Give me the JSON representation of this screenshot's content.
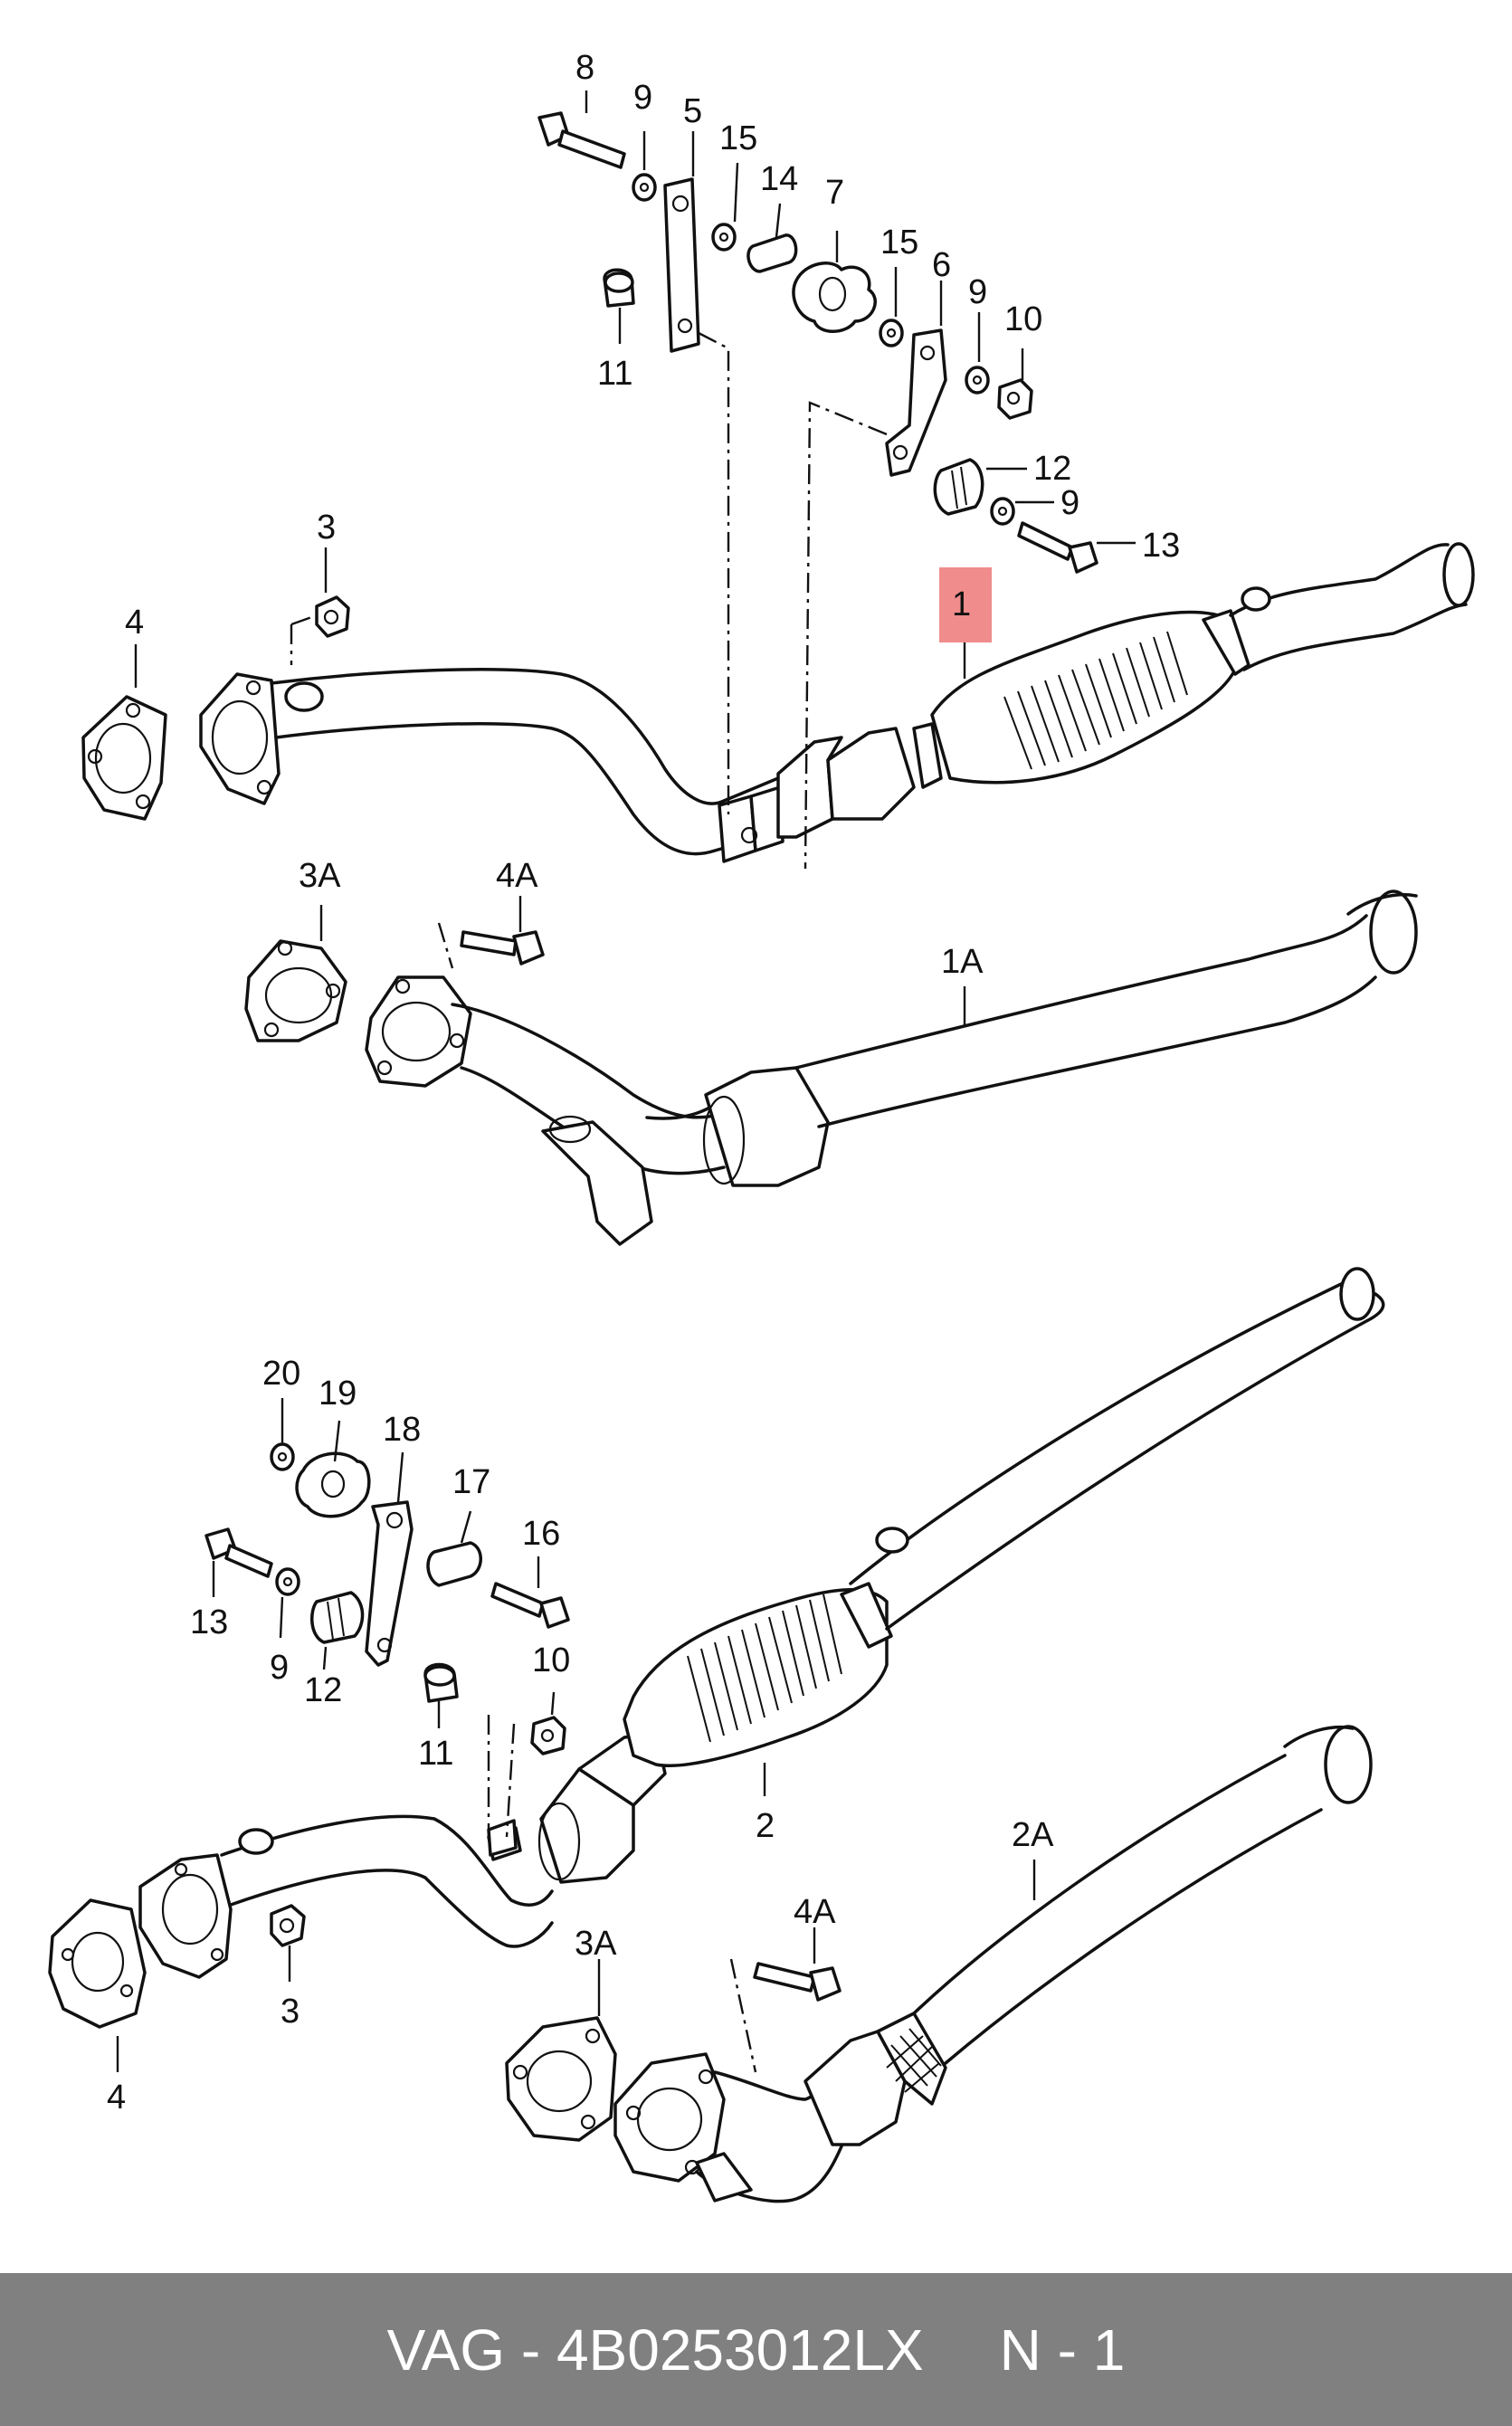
{
  "callouts": {
    "c1": "1",
    "c1a": "1A",
    "c2": "2",
    "c2a": "2A",
    "c3_top": "3",
    "c3_bottom": "3",
    "c3a_top": "3A",
    "c3a_bottom": "3A",
    "c4_top": "4",
    "c4_bottom": "4",
    "c4a_top": "4A",
    "c4a_bottom": "4A",
    "c5": "5",
    "c6": "6",
    "c7": "7",
    "c8": "8",
    "c9_a": "9",
    "c9_b": "9",
    "c9_c": "9",
    "c9_d": "9",
    "c10_top": "10",
    "c10_bottom": "10",
    "c11_top": "11",
    "c11_bottom": "11",
    "c12_top": "12",
    "c12_bottom": "12",
    "c13_top": "13",
    "c13_bottom": "13",
    "c14": "14",
    "c15_a": "15",
    "c15_b": "15",
    "c16": "16",
    "c17": "17",
    "c18": "18",
    "c19": "19",
    "c20": "20"
  },
  "highlight_color": "#f08c8c",
  "footer": {
    "brand": "VAG",
    "separator": "-",
    "part_number": "4B0253012LX",
    "position_label": "N - 1",
    "background": "#808080"
  }
}
